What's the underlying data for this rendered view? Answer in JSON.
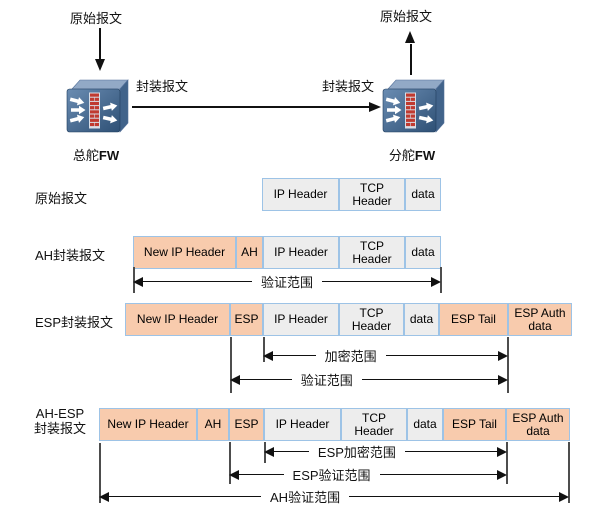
{
  "topology": {
    "left": {
      "flow_label": "原始报文",
      "encap_label": "封装报文",
      "fw_name": "总舵",
      "fw_bold": "FW"
    },
    "right": {
      "flow_label": "原始报文",
      "encap_label": "封装报文",
      "fw_name": "分舵",
      "fw_bold": "FW"
    }
  },
  "rows": [
    {
      "label": "原始报文",
      "boxes": [
        "IP Header",
        "TCP Header",
        "data"
      ]
    },
    {
      "label": "AH封装报文",
      "boxes": [
        "New IP Header",
        "AH",
        "IP Header",
        "TCP Header",
        "data"
      ],
      "scopes": [
        "验证范围"
      ]
    },
    {
      "label": "ESP封装报文",
      "boxes": [
        "New IP Header",
        "ESP",
        "IP Header",
        "TCP Header",
        "data",
        "ESP Tail",
        "ESP Auth data"
      ],
      "scopes": [
        "加密范围",
        "验证范围"
      ]
    },
    {
      "label_line1": "AH-ESP",
      "label_line2": "封装报文",
      "boxes": [
        "New IP Header",
        "AH",
        "ESP",
        "IP Header",
        "TCP Header",
        "data",
        "ESP Tail",
        "ESP Auth data"
      ],
      "scopes": [
        "ESP加密范围",
        "ESP验证范围",
        "AH验证范围"
      ]
    }
  ],
  "colors": {
    "tunnel_field_fill": "#F8CBAD",
    "original_field_fill": "#EDEDED",
    "field_border": "#9DC3E6",
    "firewall_body": "#2E5075",
    "firewall_brick": "#C03A30"
  }
}
